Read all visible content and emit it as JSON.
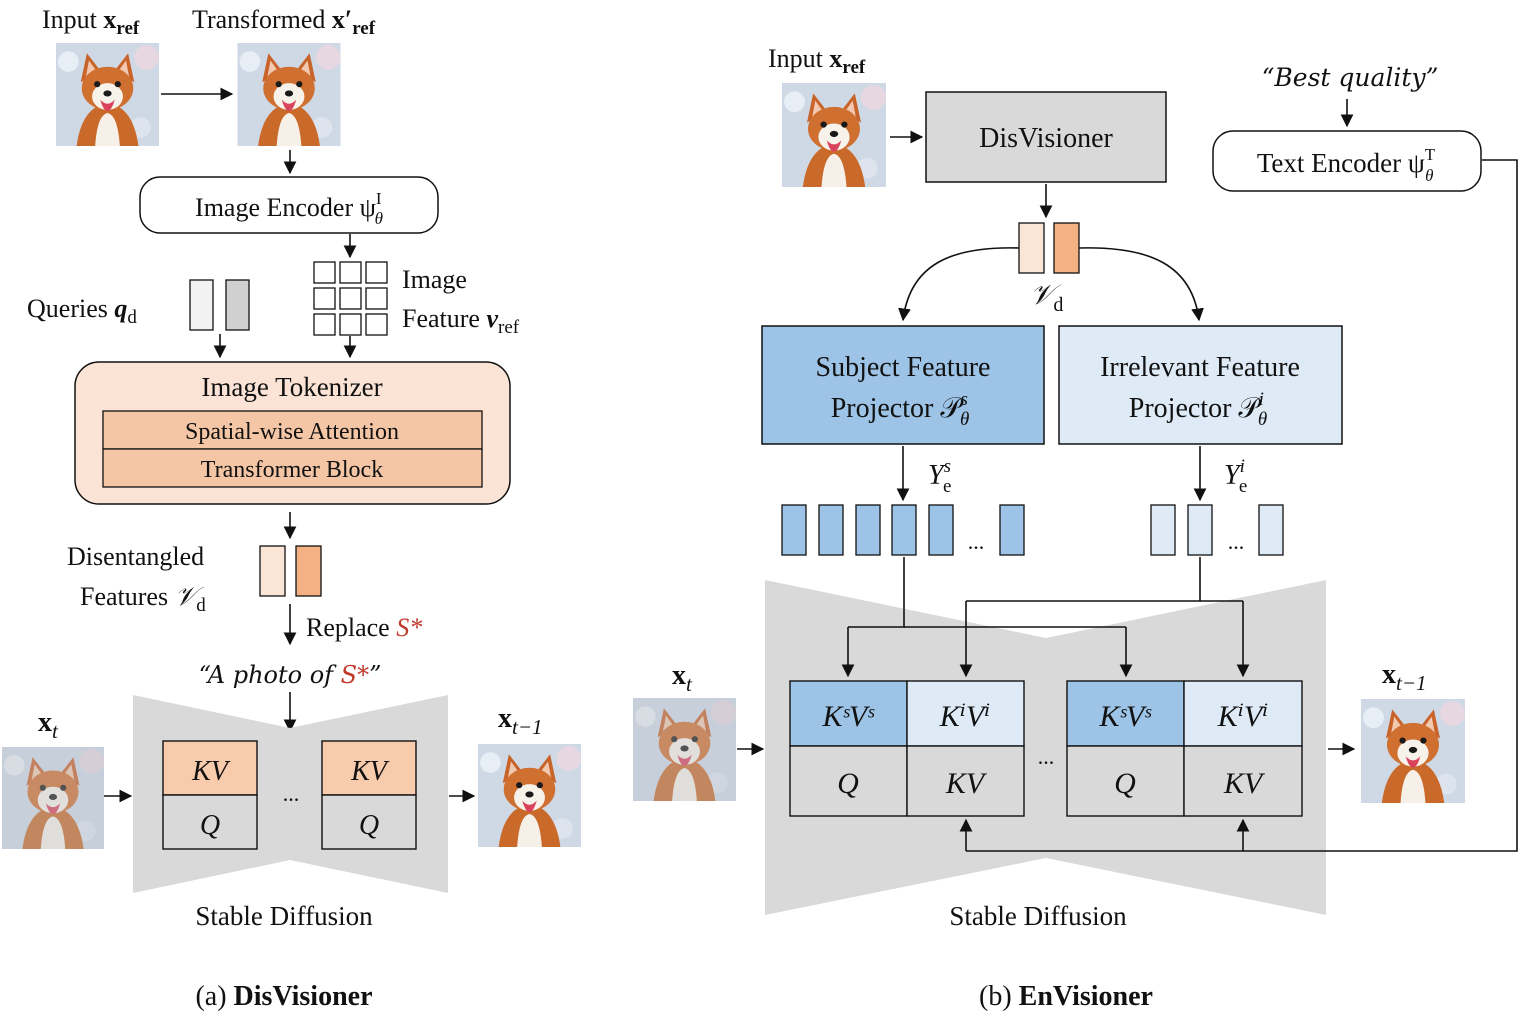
{
  "panel_a": {
    "input_label": "Input",
    "input_sym": "x",
    "input_sub": "ref",
    "transformed_label": "Transformed",
    "transformed_sym": "x′",
    "transformed_sub": "ref",
    "image_encoder": "Image Encoder ψ",
    "image_encoder_sup": "I",
    "image_encoder_sub": "θ",
    "queries_label": "Queries",
    "queries_sym": "q",
    "queries_sub": "d",
    "image_feature_line1": "Image",
    "image_feature_line2": "Feature",
    "image_feature_sym": "v",
    "image_feature_sub": "ref",
    "tokenizer_title": "Image Tokenizer",
    "tokenizer_row1": "Spatial-wise Attention",
    "tokenizer_row2": "Transformer Block",
    "disentangled_line1": "Disentangled",
    "disentangled_line2": "Features",
    "disentangled_sym": "𝒱",
    "disentangled_sub": "d",
    "replace_label": "Replace",
    "replace_token": "S*",
    "prompt": "“A photo of ",
    "prompt_token": "S*",
    "prompt_end": "”",
    "xt_sym": "x",
    "xt_sub": "t",
    "xt1_sym": "x",
    "xt1_sub": "t−1",
    "kv1": "KV",
    "q1": "Q",
    "kv2": "KV",
    "q2": "Q",
    "ellipsis": "...",
    "sd_label": "Stable Diffusion",
    "caption_prefix": "(a) ",
    "caption_bold": "DisVisioner"
  },
  "panel_b": {
    "input_label": "Input",
    "input_sym": "x",
    "input_sub": "ref",
    "disvisioner": "DisVisioner",
    "best_quality": "“Best quality”",
    "text_encoder": "Text Encoder ψ",
    "text_encoder_sup": "T",
    "text_encoder_sub": "θ",
    "vd_sym": "𝒱",
    "vd_sub": "d",
    "subject_line1": "Subject Feature",
    "subject_line2": "Projector 𝒫",
    "subject_sup": "s",
    "subject_sub": "θ",
    "irrelevant_line1": "Irrelevant Feature",
    "irrelevant_line2": "Projector 𝒫",
    "irrelevant_sup": "i",
    "irrelevant_sub": "θ",
    "ys_sym": "Υ",
    "ys_sup": "s",
    "ys_sub": "e",
    "yi_sym": "Υ",
    "yi_sup": "i",
    "yi_sub": "e",
    "tokens_ellipsis_s": "...",
    "tokens_ellipsis_i": "...",
    "ks_vs": "KˢVˢ",
    "ki_vi": "KⁱVⁱ",
    "q": "Q",
    "kv": "KV",
    "mid_ellipsis": "...",
    "xt_sym": "x",
    "xt_sub": "t",
    "xt1_sym": "x",
    "xt1_sub": "t−1",
    "sd_label": "Stable Diffusion",
    "caption_prefix": "(b) ",
    "caption_bold": "EnVisioner"
  },
  "colors": {
    "peach_fill": "#fbe3d6",
    "peach_row": "#f5c6a5",
    "kv_orange": "#f8cbad",
    "token_light": "#fbe5d6",
    "token_dark": "#f4b183",
    "subject_blue": "#9dc3e6",
    "irrelevant_blue": "#deebf7",
    "gray_box": "#d9d9d9",
    "sd_gray": "#d9d9d9",
    "query_light": "#f2f2f2",
    "query_dark": "#d0d0d0",
    "red_token": "#c0392b"
  },
  "icons": [
    "corgi-photo",
    "arrow",
    "grid-feature-icon"
  ]
}
